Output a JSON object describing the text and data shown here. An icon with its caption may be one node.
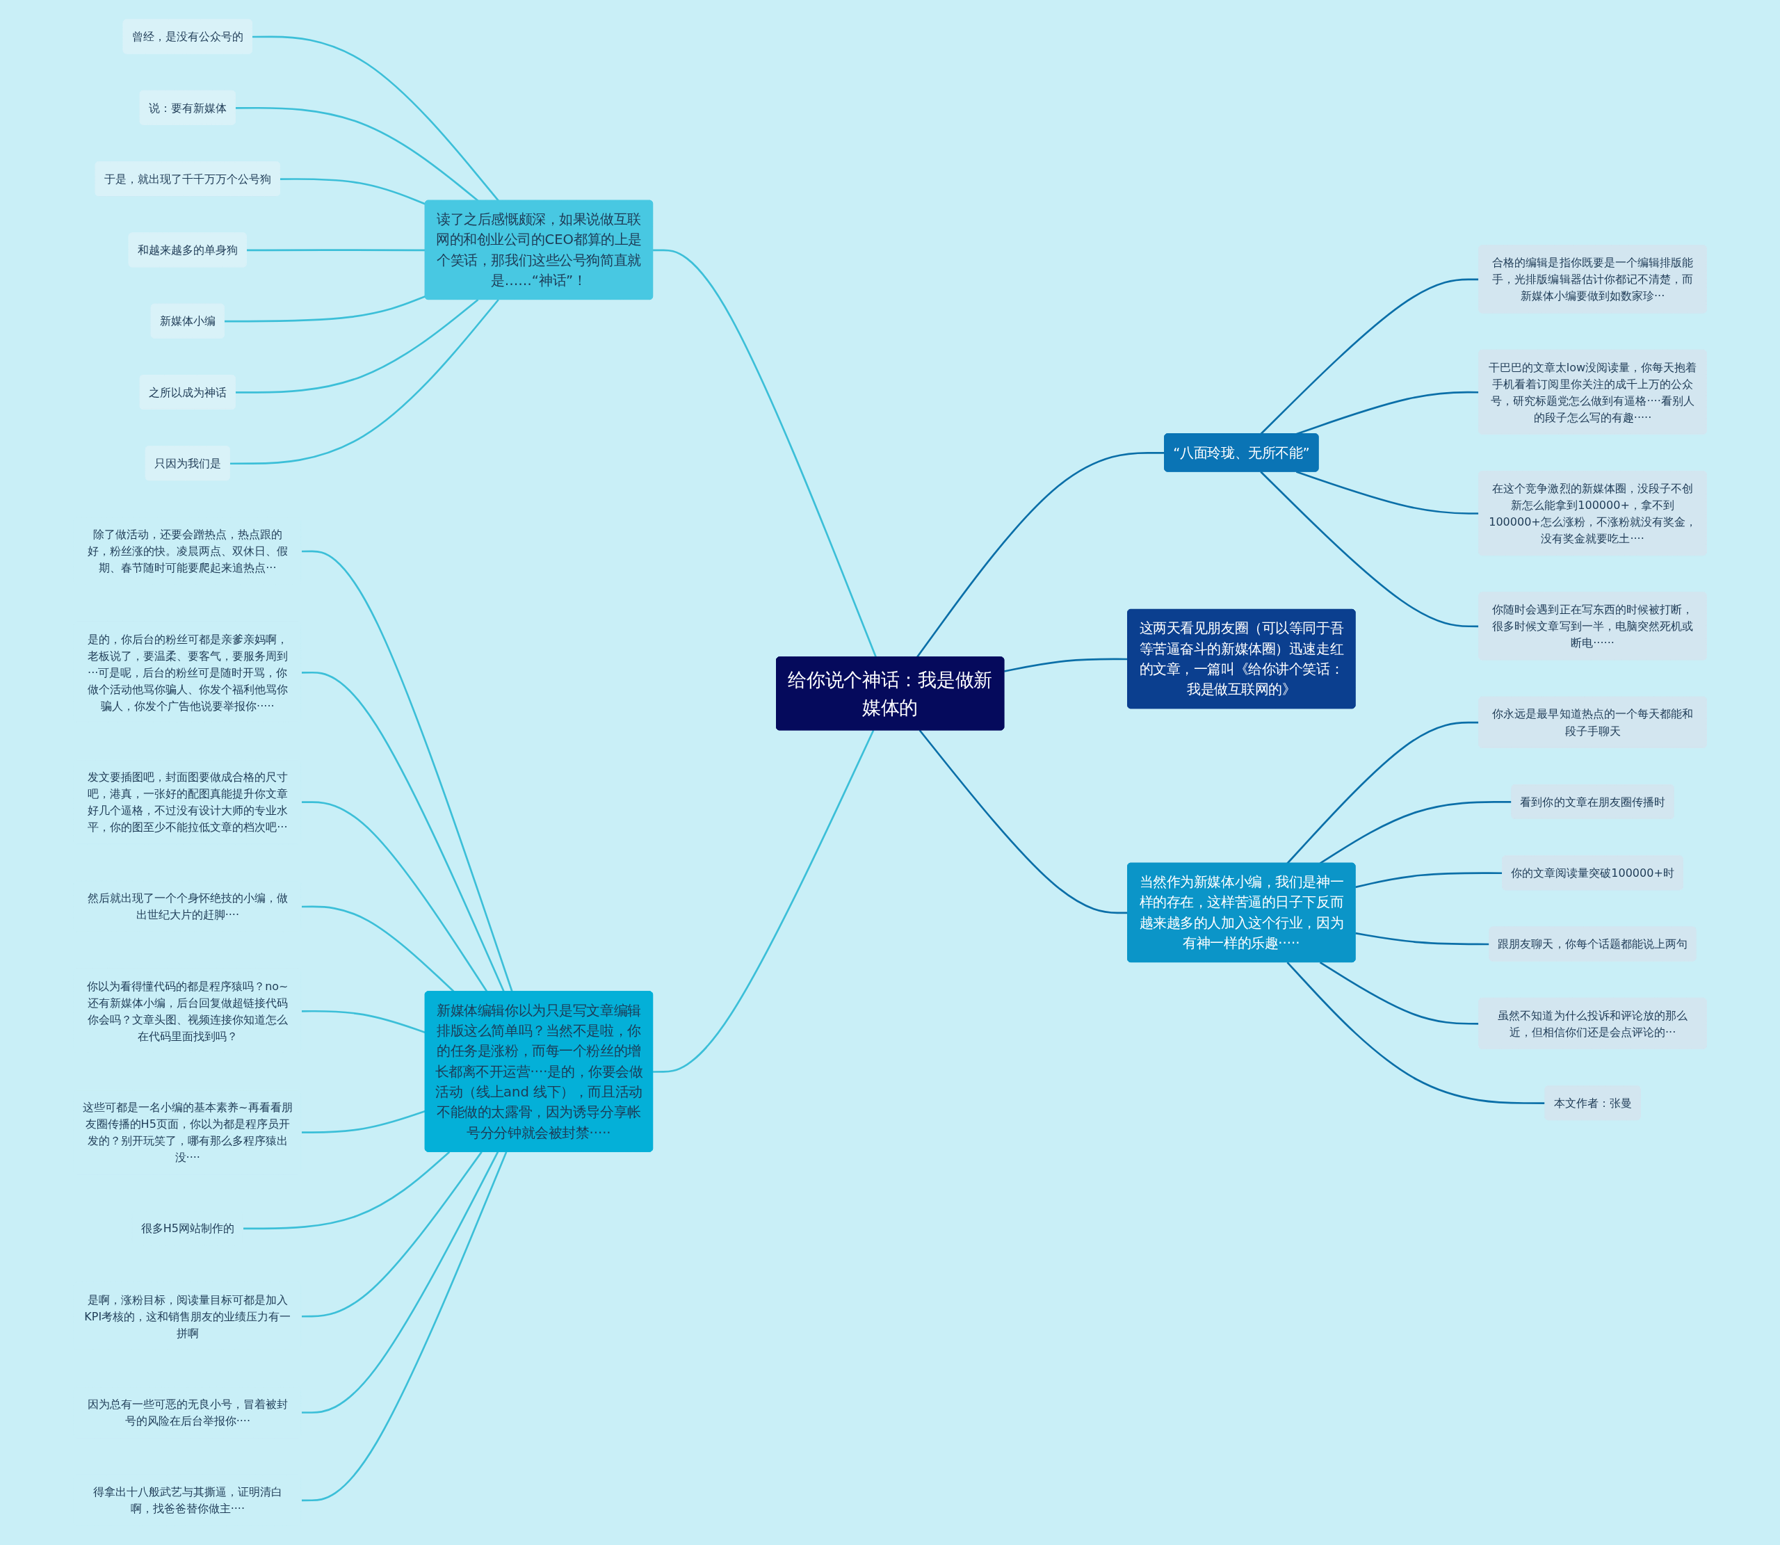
{
  "diagram": {
    "nodes": [
      {
        "text": [
          "给你说个神话：我是做新媒体的"
        ]
      },
      {
        "text": [
          "读了之后感慨颇深，如果说做互联网的和创业公司的CEO都算的上是个笑话，那我们这些公号狗简直就是……“神话”！"
        ]
      },
      {
        "text": [
          "曾经，是没有公众号的"
        ]
      },
      {
        "text": [
          "说：要有新媒体"
        ]
      },
      {
        "text": [
          "于是，就出现了千千万万个公号狗"
        ]
      },
      {
        "text": [
          "和越来越多的单身狗"
        ]
      },
      {
        "text": [
          "新媒体小编"
        ]
      },
      {
        "text": [
          "之所以成为神话"
        ]
      },
      {
        "text": [
          "只因为我们是"
        ]
      },
      {
        "text": [
          "新媒体编辑你以为只是写文章编辑排版这么简单吗？当然不是啦，你的任务是涨粉，而每一个粉丝的增长都离不开运营····是的，你要会做活动（线上and 线下），而且活动不能做的太露骨，因为诱导分享帐号分分钟就会被封禁·····"
        ]
      },
      {
        "text": [
          "除了做活动，还要会蹭热点，热点跟的好，粉丝涨的快。凌晨两点、双休日、假期、春节随时可能要爬起来追热点···"
        ]
      },
      {
        "text": [
          "是的，你后台的粉丝可都是亲爹亲妈啊，老板说了，要温柔、要客气，要服务周到···可是呢，后台的粉丝可是随时开骂，你做个活动他骂你骗人、你发个福利他骂你骗人，你发个广告他说要举报你·····"
        ]
      },
      {
        "text": [
          "发文要插图吧，封面图要做成合格的尺寸吧，港真，一张好的配图真能提升你文章好几个逼格，不过没有设计大师的专业水平，你的图至少不能拉低文章的档次吧···"
        ]
      },
      {
        "text": [
          "然后就出现了一个个身怀绝技的小编，做出世纪大片的赶脚····"
        ]
      },
      {
        "text": [
          "你以为看得懂代码的都是程序猿吗？no~还有新媒体小编，后台回复做超链接代码你会吗？文章头图、视频连接你知道怎么在代码里面找到吗？"
        ]
      },
      {
        "text": [
          "这些可都是一名小编的基本素养~再看看朋友圈传播的H5页面，你以为都是程序员开发的？别开玩笑了，哪有那么多程序猿出没····"
        ]
      },
      {
        "text": [
          "很多H5网站制作的"
        ]
      },
      {
        "text": [
          "是啊，涨粉目标，阅读量目标可都是加入KPI考核的，这和销售朋友的业绩压力有一拼啊"
        ]
      },
      {
        "text": [
          "因为总有一些可恶的无良小号，冒着被封号的风险在后台举报你····"
        ]
      },
      {
        "text": [
          "得拿出十八般武艺与其撕逼，证明清白啊，找爸爸替你做主····"
        ]
      },
      {
        "text": [
          "这两天看见朋友圈（可以等同于吾等苦逼奋斗的新媒体圈）迅速走红的文章，一篇叫《给你讲个笑话：我是做互联网的》"
        ]
      },
      {
        "text": [
          "“八面玲珑、无所不能”"
        ]
      },
      {
        "text": [
          "合格的编辑是指你既要是一个编辑排版能手，光排版编辑器估计你都记不清楚，而新媒体小编要做到如数家珍···"
        ]
      },
      {
        "text": [
          "干巴巴的文章太low没阅读量，你每天抱着手机看着订阅里你关注的成千上万的公众号，研究标题党怎么做到有逼格····看别人的段子怎么写的有趣·····"
        ]
      },
      {
        "text": [
          "在这个竞争激烈的新媒体圈，没段子不创新怎么能拿到100000+，拿不到100000+怎么涨粉，不涨粉就没有奖金，没有奖金就要吃土····"
        ]
      },
      {
        "text": [
          "你随时会遇到正在写东西的时候被打断，很多时候文章写到一半，电脑突然死机或断电······"
        ]
      },
      {
        "text": [
          "当然作为新媒体小编，我们是神一样的存在，这样苦逼的日子下反而越来越多的人加入这个行业，因为有神一样的乐趣·····"
        ]
      },
      {
        "text": [
          "你永远是最早知道热点的一个每天都能和段子手聊天"
        ]
      },
      {
        "text": [
          "看到你的文章在朋友圈传播时"
        ]
      },
      {
        "text": [
          "你的文章阅读量突破100000+时"
        ]
      },
      {
        "text": [
          "跟朋友聊天，你每个话题都能说上两句"
        ]
      },
      {
        "text": [
          "虽然不知道为什么投诉和评论放的那么近，但相信你们还是会点评论的···"
        ]
      },
      {
        "text": [
          "本文作者：张曼"
        ]
      }
    ],
    "edges": [
      {
        "from": 1,
        "to": 0,
        "arrow": "none"
      },
      {
        "from": 2,
        "to": 1,
        "arrow": "none"
      },
      {
        "from": 3,
        "to": 1,
        "arrow": "none"
      },
      {
        "from": 4,
        "to": 1,
        "arrow": "none"
      },
      {
        "from": 5,
        "to": 1,
        "arrow": "none"
      },
      {
        "from": 6,
        "to": 1,
        "arrow": "none"
      },
      {
        "from": 7,
        "to": 1,
        "arrow": "none"
      },
      {
        "from": 8,
        "to": 1,
        "arrow": "none"
      },
      {
        "from": 9,
        "to": 0,
        "arrow": "none"
      },
      {
        "from": 10,
        "to": 9,
        "arrow": "none"
      },
      {
        "from": 11,
        "to": 9,
        "arrow": "none"
      },
      {
        "from": 12,
        "to": 9,
        "arrow": "none"
      },
      {
        "from": 13,
        "to": 9,
        "arrow": "none"
      },
      {
        "from": 14,
        "to": 9,
        "arrow": "none"
      },
      {
        "from": 15,
        "to": 9,
        "arrow": "none"
      },
      {
        "from": 16,
        "to": 9,
        "arrow": "none"
      },
      {
        "from": 17,
        "to": 9,
        "arrow": "none"
      },
      {
        "from": 18,
        "to": 9,
        "arrow": "none"
      },
      {
        "from": 19,
        "to": 9,
        "arrow": "none"
      },
      {
        "from": 0,
        "to": 20,
        "arrow": "none",
        "color": "#0b6fa8"
      },
      {
        "from": 0,
        "to": 21,
        "arrow": "none",
        "color": "#0b6fa8"
      },
      {
        "from": 21,
        "to": 22,
        "arrow": "none",
        "color": "#0b6fa8"
      },
      {
        "from": 21,
        "to": 23,
        "arrow": "none",
        "color": "#0b6fa8"
      },
      {
        "from": 21,
        "to": 24,
        "arrow": "none",
        "color": "#0b6fa8"
      },
      {
        "from": 21,
        "to": 25,
        "arrow": "none",
        "color": "#0b6fa8"
      },
      {
        "from": 0,
        "to": 26,
        "arrow": "none",
        "color": "#0b6fa8"
      },
      {
        "from": 26,
        "to": 27,
        "arrow": "none",
        "color": "#0b6fa8"
      },
      {
        "from": 26,
        "to": 28,
        "arrow": "none",
        "color": "#0b6fa8"
      },
      {
        "from": 26,
        "to": 29,
        "arrow": "none",
        "color": "#0b6fa8"
      },
      {
        "from": 26,
        "to": 30,
        "arrow": "none",
        "color": "#0b6fa8"
      },
      {
        "from": 26,
        "to": 31,
        "arrow": "none",
        "color": "#0b6fa8"
      },
      {
        "from": 26,
        "to": 32,
        "arrow": "none",
        "color": "#0b6fa8"
      }
    ]
  }
}
